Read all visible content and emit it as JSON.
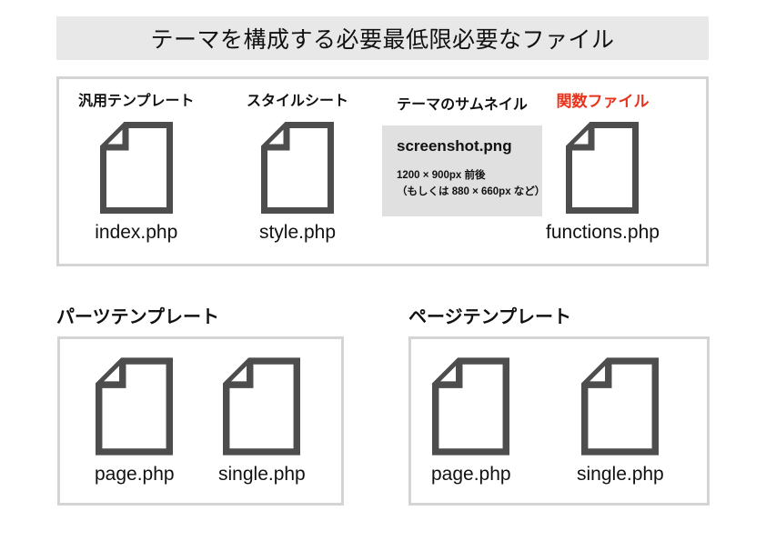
{
  "page": {
    "title": "テーマを構成する必要最低限必要なファイル",
    "icon_color": "#4d4d4d",
    "accent_color": "#e8331c",
    "banner_color": "#e8e8e8",
    "box_border_color": "#d4d4d4"
  },
  "core_group": {
    "items": [
      {
        "role": "汎用テンプレート",
        "name": "index.php",
        "icon": "document-icon",
        "accent": false
      },
      {
        "role": "スタイルシート",
        "name": "style.php",
        "icon": "document-icon",
        "accent": false
      },
      {
        "role": "テーマのサムネイル",
        "name": "",
        "icon": "thumbnail-card",
        "accent": false,
        "thumb": {
          "title": "screenshot.png",
          "line1": "1200 × 900px 前後",
          "line2": "（もしくは 880 × 660px など）"
        }
      },
      {
        "role": "関数ファイル",
        "name": "functions.php",
        "icon": "document-icon",
        "accent": true
      }
    ]
  },
  "parts_group": {
    "caption": "パーツテンプレート",
    "items": [
      {
        "name": "page.php",
        "icon": "document-icon"
      },
      {
        "name": "single.php",
        "icon": "document-icon"
      }
    ]
  },
  "pages_group": {
    "caption": "ページテンプレート",
    "items": [
      {
        "name": "page.php",
        "icon": "document-icon"
      },
      {
        "name": "single.php",
        "icon": "document-icon"
      }
    ]
  }
}
